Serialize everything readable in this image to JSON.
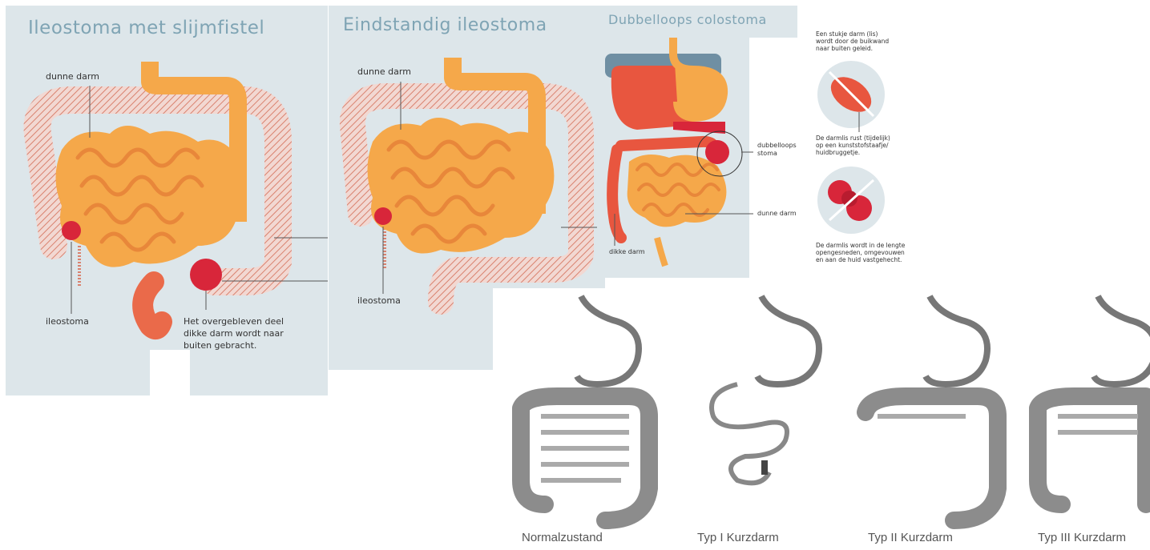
{
  "panel1": {
    "title": "Ileostoma met slijmfistel",
    "label_small_intestine": "dunne darm",
    "label_ileostomy": "ileostoma",
    "label_remaining_1": "Het overgebleven deel",
    "label_remaining_2": "dikke darm wordt naar",
    "label_remaining_3": "buiten gebracht."
  },
  "panel2": {
    "title": "Eindstandig ileostoma",
    "label_small_intestine": "dunne darm",
    "label_ileostomy": "ileostoma"
  },
  "panel3": {
    "title": "Dubbelloops colostoma",
    "label_stoma_1": "dubbelloops",
    "label_stoma_2": "stoma",
    "label_small_intestine": "dunne darm",
    "label_large_intestine": "dikke darm"
  },
  "notes": {
    "note1": [
      "Een stukje darm (lis)",
      "wordt door de buikwand",
      "naar buiten geleid."
    ],
    "note2": [
      "De darmlis rust (tijdelijk)",
      "op een kunststofstaafje/",
      "huidbruggetje."
    ],
    "note3": [
      "De darmlis wordt in de lengte",
      "opengesneden, omgevouwen",
      "en aan de huid vastgehecht."
    ]
  },
  "captions": [
    "Normalzustand",
    "Typ I Kurzdarm",
    "Typ II Kurzdarm",
    "Typ III Kurzdarm"
  ],
  "colors": {
    "panel_bg": "#dde6ea",
    "small_intestine": "#f5a84a",
    "small_intestine_dark": "#e8873a",
    "large_intestine_hatch": "#d9826f",
    "stoma": "#d8263a",
    "title": "#7fa4b4",
    "liver": "#e8563f",
    "gray_colon": "#8c8c8c"
  }
}
